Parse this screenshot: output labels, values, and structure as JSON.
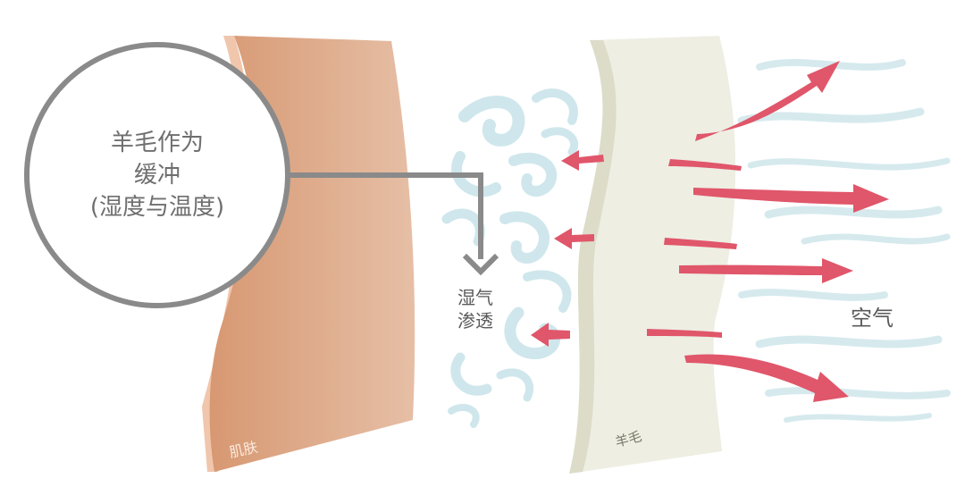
{
  "callout": {
    "line1": "羊毛作为",
    "line2": "缓冲",
    "line3": "(湿度与温度)"
  },
  "moisture_label": {
    "line1": "湿气",
    "line2": "渗透"
  },
  "air_label": "空气",
  "skin_label": "肌肤",
  "wool_label": "羊毛",
  "colors": {
    "skin": "#d9a37f",
    "skin_edge": "#f0c6ad",
    "wool": "#eeeee3",
    "wool_edge": "#dcdcc9",
    "arrow": "#e0566a",
    "vapor": "#cfe7ec",
    "callout_line": "#8a8a8a"
  }
}
